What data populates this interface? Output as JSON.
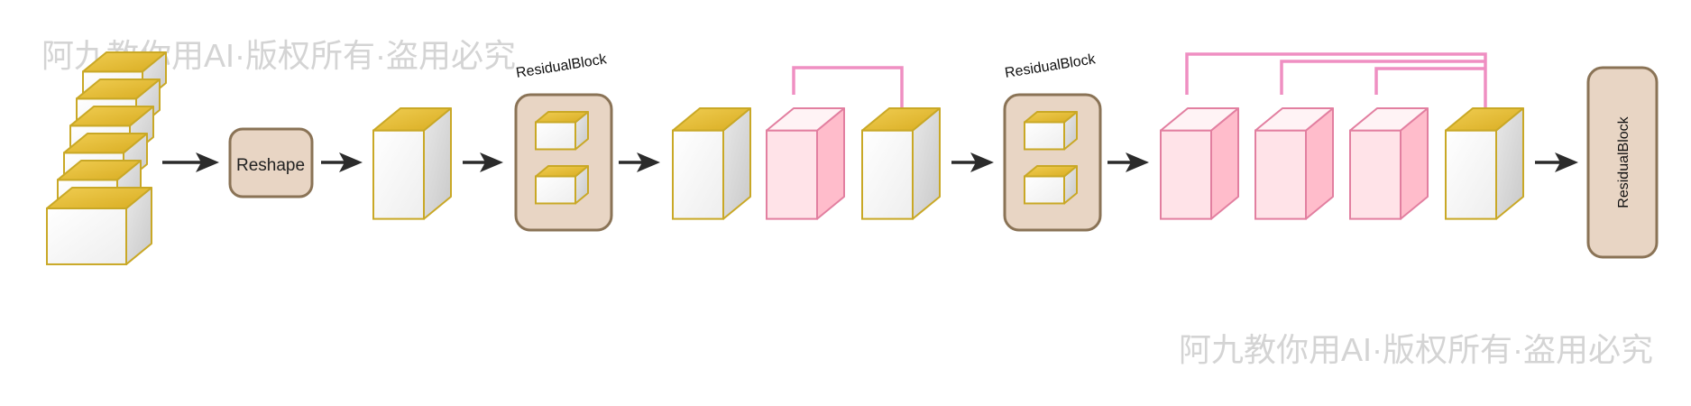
{
  "diagram": {
    "nodes": {
      "reshape": "Reshape",
      "residual_block_1": "ResidualBlock",
      "residual_block_2": "ResidualBlock",
      "residual_block_3": "ResidualBlock"
    },
    "watermarks": {
      "top_left": "阿九教你用AI·版权所有·盗用必究",
      "bottom_right": "阿九教你用AI·版权所有·盗用必究"
    }
  },
  "colors": {
    "cube_top": "#e1b830",
    "cube_face": "#fbfbfb",
    "cube_side": "#dadada",
    "cube_edge": "#c9a826",
    "pink_face": "#ffe3e8",
    "pink_side": "#ffbccb",
    "pink_top": "#fff3f5",
    "pink_edge": "#e27fa0",
    "skip_line": "#ef8fc2",
    "block_fill": "#e8d5c4",
    "block_border": "#8a7356",
    "arrow": "#2b2b2b",
    "watermark": "#d6d6d6"
  },
  "icons": [
    "stacked-input-cubes",
    "cube-icon",
    "arrow-right-icon"
  ]
}
